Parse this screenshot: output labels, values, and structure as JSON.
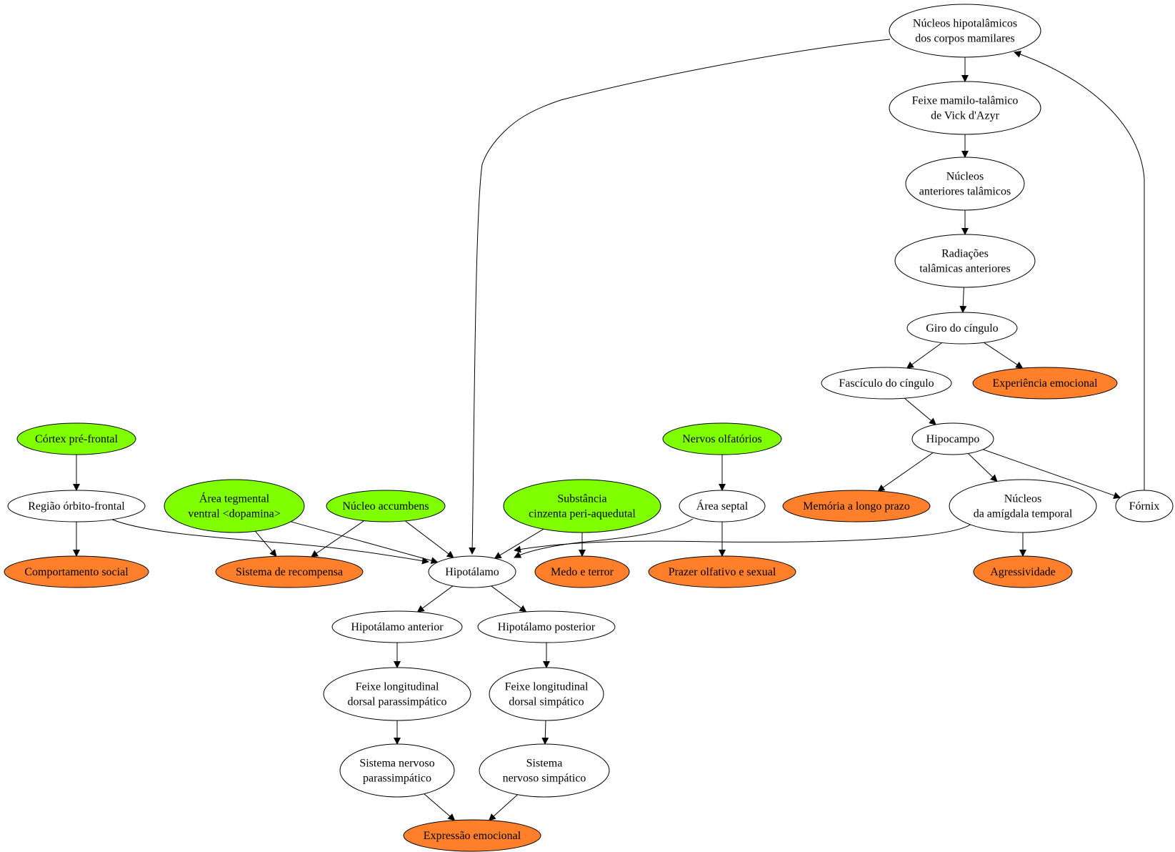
{
  "colors": {
    "default": "#ffffff",
    "input": "#80ff00",
    "output": "#ff7f2a",
    "stroke": "#000000"
  },
  "nodes": [
    {
      "id": "nucleos_hipotalamicos",
      "lines": [
        "Núcleos hipotalâmicos",
        "dos corpos mamilares"
      ],
      "kind": "default"
    },
    {
      "id": "feixe_mamilo",
      "lines": [
        "Feixe mamilo-talâmico",
        "de Vick d'Azyr"
      ],
      "kind": "default"
    },
    {
      "id": "nucleos_anteriores",
      "lines": [
        "Núcleos",
        "anteriores talâmicos"
      ],
      "kind": "default"
    },
    {
      "id": "radiacoes",
      "lines": [
        "Radiações",
        "talâmicas anteriores"
      ],
      "kind": "default"
    },
    {
      "id": "giro",
      "lines": [
        "Giro do cíngulo"
      ],
      "kind": "default"
    },
    {
      "id": "fasciculo",
      "lines": [
        "Fascículo do cíngulo"
      ],
      "kind": "default"
    },
    {
      "id": "experiencia",
      "lines": [
        "Experiência emocional"
      ],
      "kind": "output"
    },
    {
      "id": "hipocampo",
      "lines": [
        "Hipocampo"
      ],
      "kind": "default"
    },
    {
      "id": "memoria",
      "lines": [
        "Memória a longo prazo"
      ],
      "kind": "output"
    },
    {
      "id": "amigdala",
      "lines": [
        "Núcleos",
        "da amígdala temporal"
      ],
      "kind": "default"
    },
    {
      "id": "fornix",
      "lines": [
        "Fórnix"
      ],
      "kind": "default"
    },
    {
      "id": "agressividade",
      "lines": [
        "Agressividade"
      ],
      "kind": "output"
    },
    {
      "id": "cortex",
      "lines": [
        "Córtex pré-frontal"
      ],
      "kind": "input"
    },
    {
      "id": "orbito",
      "lines": [
        "Região órbito-frontal"
      ],
      "kind": "default"
    },
    {
      "id": "comportamento",
      "lines": [
        "Comportamento social"
      ],
      "kind": "output"
    },
    {
      "id": "tegmental",
      "lines": [
        "Área tegmental",
        "ventral <dopamina>"
      ],
      "kind": "input"
    },
    {
      "id": "accumbens",
      "lines": [
        "Núcleo accumbens"
      ],
      "kind": "input"
    },
    {
      "id": "recompensa",
      "lines": [
        "Sistema de recompensa"
      ],
      "kind": "output"
    },
    {
      "id": "substancia",
      "lines": [
        "Substância",
        "cinzenta peri-aquedutal"
      ],
      "kind": "input"
    },
    {
      "id": "medo",
      "lines": [
        "Medo e terror"
      ],
      "kind": "output"
    },
    {
      "id": "olfatorios",
      "lines": [
        "Nervos olfatórios"
      ],
      "kind": "input"
    },
    {
      "id": "septal",
      "lines": [
        "Área septal"
      ],
      "kind": "default"
    },
    {
      "id": "prazer",
      "lines": [
        "Prazer olfativo e sexual"
      ],
      "kind": "output"
    },
    {
      "id": "hipotalamo",
      "lines": [
        "Hipotálamo"
      ],
      "kind": "default"
    },
    {
      "id": "hip_anterior",
      "lines": [
        "Hipotálamo anterior"
      ],
      "kind": "default"
    },
    {
      "id": "hip_posterior",
      "lines": [
        "Hipotálamo posterior"
      ],
      "kind": "default"
    },
    {
      "id": "feixe_parass",
      "lines": [
        "Feixe longitudinal",
        "dorsal parassimpático"
      ],
      "kind": "default"
    },
    {
      "id": "feixe_simp",
      "lines": [
        "Feixe longitudinal",
        "dorsal simpático"
      ],
      "kind": "default"
    },
    {
      "id": "sn_parass",
      "lines": [
        "Sistema nervoso",
        "parassimpático"
      ],
      "kind": "default"
    },
    {
      "id": "sn_simp",
      "lines": [
        "Sistema",
        "nervoso simpático"
      ],
      "kind": "default"
    },
    {
      "id": "expressao",
      "lines": [
        "Expressão emocional"
      ],
      "kind": "output"
    }
  ],
  "edges": [
    [
      "nucleos_hipotalamicos",
      "feixe_mamilo"
    ],
    [
      "feixe_mamilo",
      "nucleos_anteriores"
    ],
    [
      "nucleos_anteriores",
      "radiacoes"
    ],
    [
      "radiacoes",
      "giro"
    ],
    [
      "giro",
      "fasciculo"
    ],
    [
      "giro",
      "experiencia"
    ],
    [
      "fasciculo",
      "hipocampo"
    ],
    [
      "hipocampo",
      "memoria"
    ],
    [
      "hipocampo",
      "amigdala"
    ],
    [
      "hipocampo",
      "fornix"
    ],
    [
      "fornix",
      "nucleos_hipotalamicos"
    ],
    [
      "amigdala",
      "agressividade"
    ],
    [
      "amigdala",
      "hipotalamo"
    ],
    [
      "nucleos_hipotalamicos",
      "hipotalamo"
    ],
    [
      "cortex",
      "orbito"
    ],
    [
      "orbito",
      "comportamento"
    ],
    [
      "orbito",
      "hipotalamo"
    ],
    [
      "tegmental",
      "recompensa"
    ],
    [
      "tegmental",
      "hipotalamo"
    ],
    [
      "accumbens",
      "recompensa"
    ],
    [
      "accumbens",
      "hipotalamo"
    ],
    [
      "substancia",
      "hipotalamo"
    ],
    [
      "substancia",
      "medo"
    ],
    [
      "olfatorios",
      "septal"
    ],
    [
      "septal",
      "prazer"
    ],
    [
      "septal",
      "hipotalamo"
    ],
    [
      "hipotalamo",
      "hip_anterior"
    ],
    [
      "hipotalamo",
      "hip_posterior"
    ],
    [
      "hip_anterior",
      "feixe_parass"
    ],
    [
      "hip_posterior",
      "feixe_simp"
    ],
    [
      "feixe_parass",
      "sn_parass"
    ],
    [
      "feixe_simp",
      "sn_simp"
    ],
    [
      "sn_parass",
      "expressao"
    ],
    [
      "sn_simp",
      "expressao"
    ]
  ]
}
